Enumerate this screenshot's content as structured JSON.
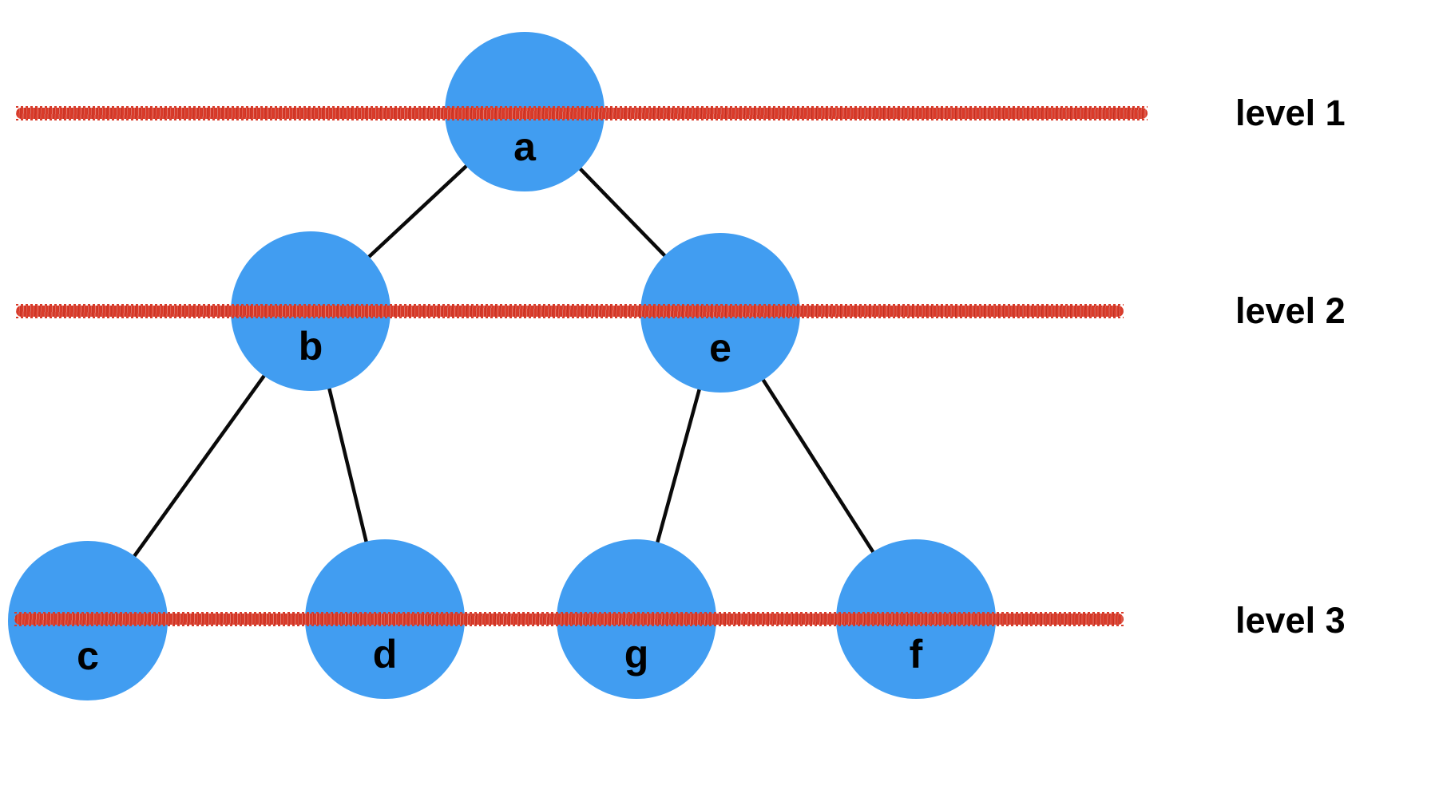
{
  "diagram": {
    "type": "tree",
    "background": "#ffffff",
    "node_color": "#419df1",
    "node_text_color": "#000000",
    "edge_color": "#0a0a0a",
    "level_line_color": "#d93b2a",
    "label_color": "#000000"
  },
  "tree": {
    "root": "a",
    "nodes": [
      {
        "id": "a",
        "label": "a",
        "level": 1
      },
      {
        "id": "b",
        "label": "b",
        "level": 2
      },
      {
        "id": "e",
        "label": "e",
        "level": 2
      },
      {
        "id": "c",
        "label": "c",
        "level": 3
      },
      {
        "id": "d",
        "label": "d",
        "level": 3
      },
      {
        "id": "g",
        "label": "g",
        "level": 3
      },
      {
        "id": "f",
        "label": "f",
        "level": 3
      }
    ],
    "edges": [
      {
        "from": "a",
        "to": "b"
      },
      {
        "from": "a",
        "to": "e"
      },
      {
        "from": "b",
        "to": "c"
      },
      {
        "from": "b",
        "to": "d"
      },
      {
        "from": "e",
        "to": "g"
      },
      {
        "from": "e",
        "to": "f"
      }
    ]
  },
  "levels": [
    {
      "label": "level 1"
    },
    {
      "label": "level 2"
    },
    {
      "label": "level 3"
    }
  ]
}
